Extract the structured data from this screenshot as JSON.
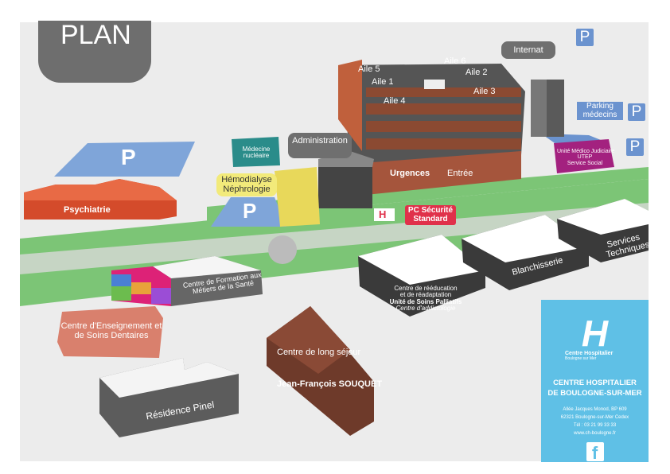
{
  "title": "PLAN",
  "colors": {
    "green": "#7cc576",
    "map_bg": "#ebebeb",
    "parking": "#6b93cf",
    "info_panel": "#5fc0e6",
    "psychiatrie": "#d44b2b",
    "umj": "#a3217f",
    "sejour": "#7b3f2f",
    "pc": "#e0314a"
  },
  "labels": {
    "internat": "Internat",
    "parking_medecins": "Parking médecins",
    "administration": "Administration",
    "medecine_nucleaire": "Médecine nucléaire",
    "hemodialyse": "Hémodialyse Néphrologie",
    "psychiatrie": "Psychiatrie",
    "urgences": "Urgences",
    "entree": "Entrée",
    "pc_securite": "PC Sécurité Standard",
    "helipad": "H",
    "umj": [
      "Unité Médico Judiciaire",
      "UTEP",
      "Service Social"
    ],
    "ailes": [
      "Aile 5",
      "Aile 6",
      "Aile 1",
      "Aile 2",
      "Aile 4",
      "Aile 3"
    ],
    "formation": "Centre de Formation aux Métiers de la Santé",
    "dentaire": "Centre d'Enseignement et de Soins Dentaires",
    "reeducation": [
      "Centre de rééducation",
      "et de réadaptation",
      "Unité de Soins Palliatifs",
      "Centre d'addictologie"
    ],
    "blanchisserie": "Blanchisserie",
    "services_techniques": "Services Techniques",
    "long_sejour": "Centre de long séjour",
    "jean_francois": "Jean-François SOUQUET",
    "residence_pinel": "Résidence Pinel",
    "parking": "P"
  },
  "info": {
    "logo_text": "Centre Hospitalier",
    "logo_sub": "Boulogne sur Mer",
    "name_line1": "CENTRE HOSPITALIER",
    "name_line2": "DE BOULOGNE-SUR-MER",
    "address1": "Allée Jacques Monod, BP 609",
    "address2": "62321 Boulogne-sur-Mer Cedex",
    "tel": "Tél : 03 21 99 33 33",
    "web": "www.ch-boulogne.fr",
    "facebook": "f"
  }
}
